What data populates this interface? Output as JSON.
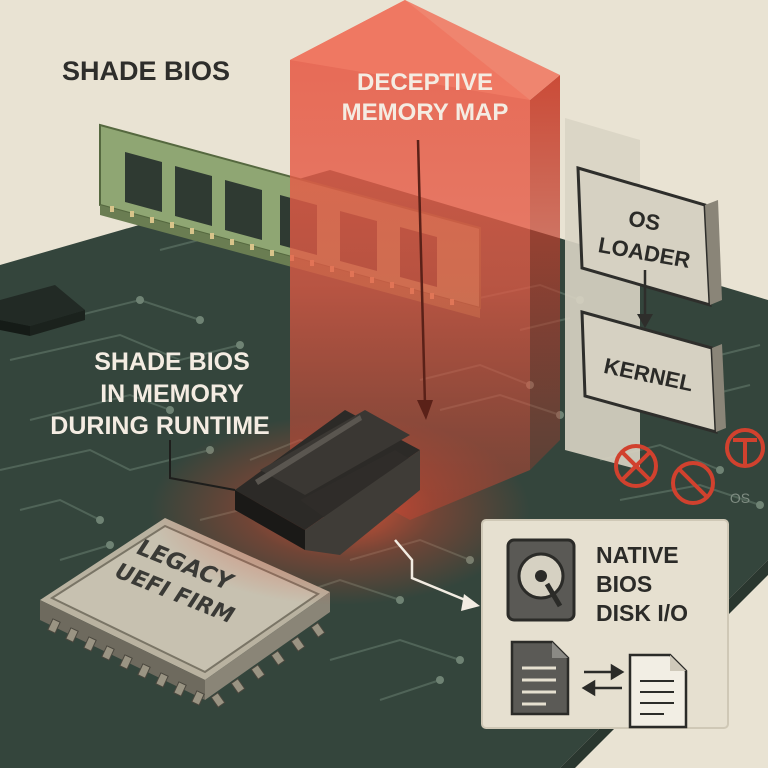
{
  "title": "SHADE BIOS",
  "red_column": {
    "label_line1": "DECEPTIVE",
    "label_line2": "MEMORY MAP"
  },
  "runtime_label": {
    "line1": "SHADE BIOS",
    "line2": "IN MEMORY",
    "line3": "DURING RUNTIME"
  },
  "boot_chain": {
    "os_loader_line1": "OS",
    "os_loader_line2": "LOADER",
    "kernel": "KERNEL",
    "os_tag": "OS"
  },
  "firmware_chip": {
    "line1": "LEGACY",
    "line2": "UEFI FIRM"
  },
  "disk_panel": {
    "line1": "NATIVE",
    "line2": "BIOS",
    "line3": "DISK I/O"
  },
  "colors": {
    "board": "#34453c",
    "trace": "#55695c",
    "red_accent": "#e5533d",
    "panel": "#e6e0d0",
    "background": "#e9e3d3"
  }
}
